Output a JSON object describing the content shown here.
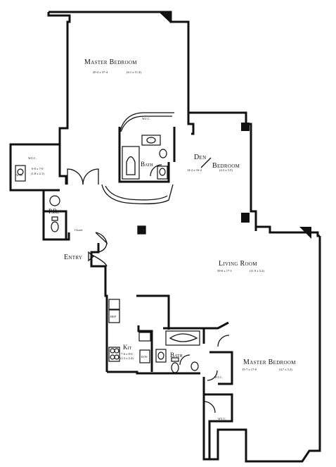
{
  "rooms": {
    "master_bedroom_1": {
      "name": "Master Bedroom",
      "dims_imperial": "20-2 x 37-4",
      "dims_metric": "(6.1 x 11.4)"
    },
    "den_bedroom": {
      "name_a": "Den",
      "name_b": "Bedroom",
      "dims_imperial": "14-2 x 16-2",
      "dims_metric": "(4.3 x 3.5)"
    },
    "living_room": {
      "name": "Living Room",
      "dims_imperial": "39-0 x 17-1",
      "dims_metric": "(11.9 x 5.2)"
    },
    "master_bedroom_2": {
      "name": "Master Bedroom",
      "dims_imperial": "15-7 x 17-0",
      "dims_metric": "(4.7 x 5.2)"
    },
    "kitchen": {
      "name": "Kit",
      "dims_imperial": "7-6 x 8-0",
      "dims_metric": "(2.3 x 2.4)"
    },
    "bath_1": {
      "name": "Bath"
    },
    "bath_2": {
      "name": "Bath"
    },
    "powder_room": {
      "name": "P.R."
    },
    "entry": {
      "name": "Entry"
    },
    "closet": {
      "name": "Closet"
    },
    "wic_1": {
      "name": "W.I.C."
    },
    "wic_2": {
      "name": "W.I.C."
    },
    "wic_3": {
      "name": "W.I.C."
    },
    "wic_4": {
      "name": "W.I.C."
    },
    "wic_1_dims": "6-0 x 7-0",
    "wic_1_metric": "(1.8 x 2.1)"
  },
  "appliances": {
    "washer_dryer": "W/D",
    "dishwasher": "D/W",
    "refrigerator": "REF",
    "range": "RANGE"
  }
}
